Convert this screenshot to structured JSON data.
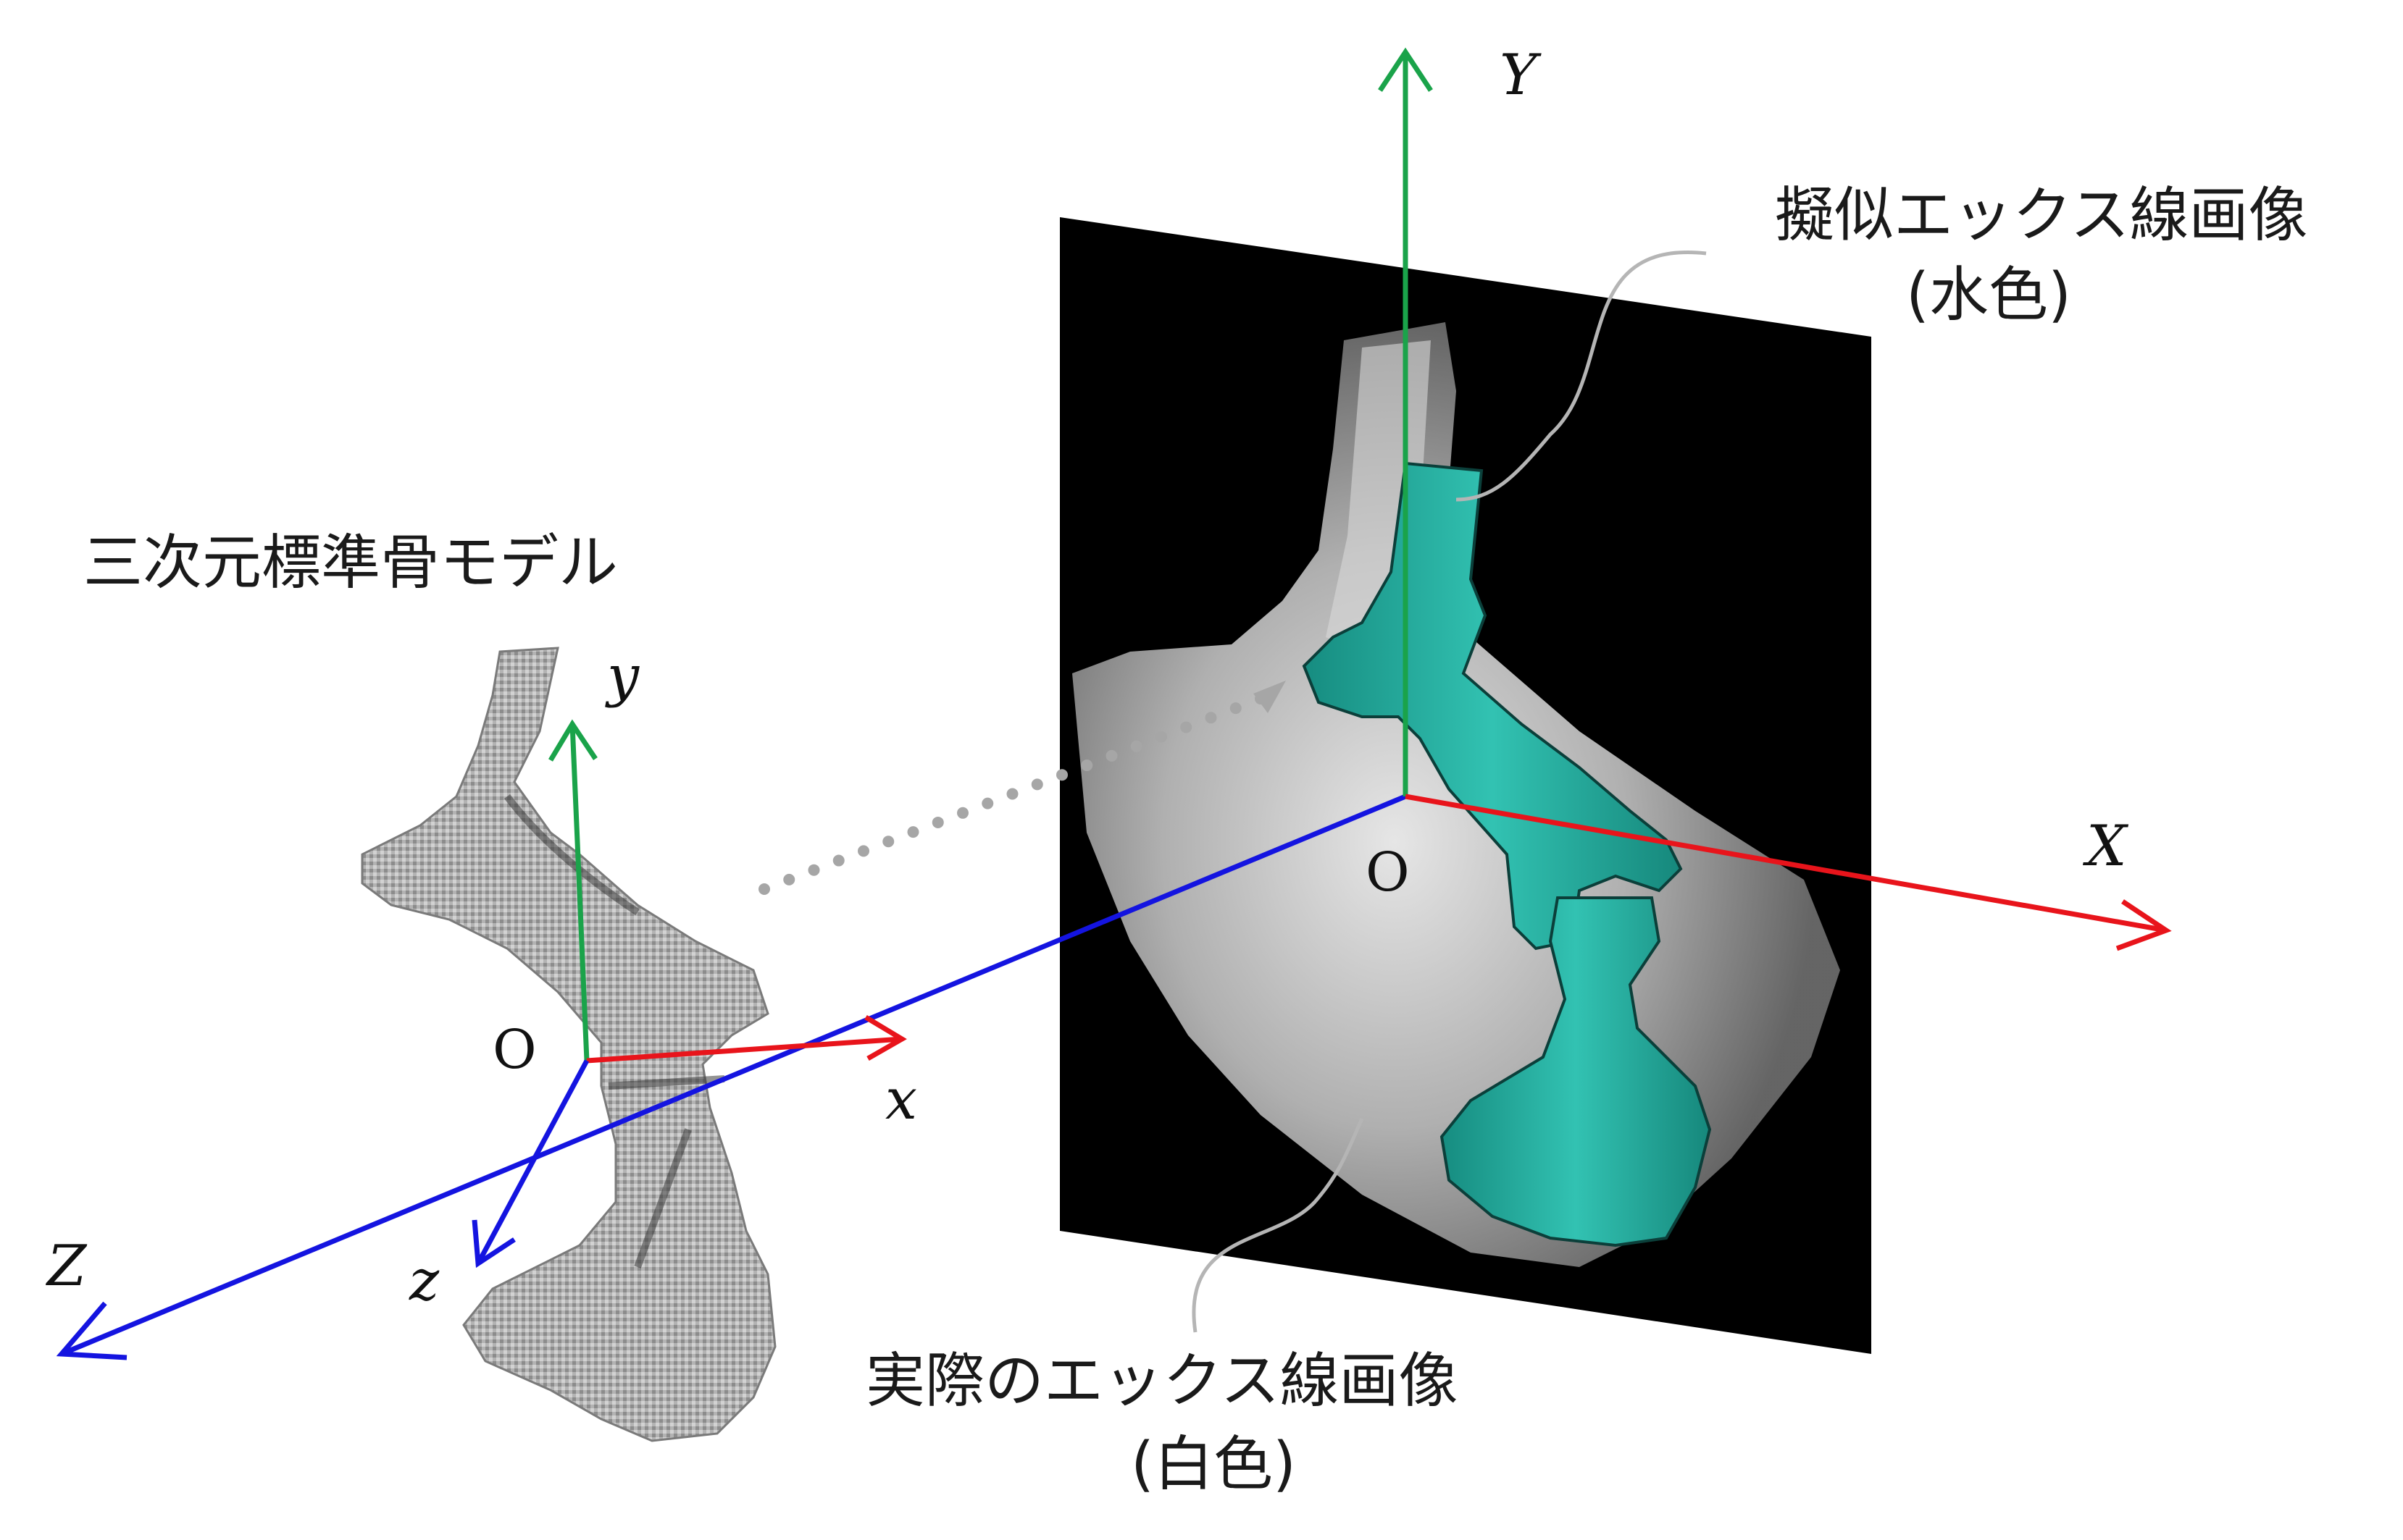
{
  "labels": {
    "model_title": "三次元標準骨モデル",
    "drr_title": "擬似エックス線画像",
    "drr_color": "(水色)",
    "xray_title": "実際のエックス線画像",
    "xray_color": "(白色)"
  },
  "axes": {
    "world": {
      "x": "X",
      "y": "Y",
      "z": "Z",
      "origin": "O"
    },
    "model": {
      "x": "x",
      "y": "y",
      "z": "z",
      "origin": "O"
    }
  },
  "colors": {
    "x_axis": "#e8141b",
    "y_axis": "#1aa34a",
    "z_axis": "#1414e0",
    "drr_overlay": "#1fa89a",
    "xray_plane": "#000000",
    "leader_line": "#b5b5b5",
    "projection_dots": "#a6a6a6"
  }
}
